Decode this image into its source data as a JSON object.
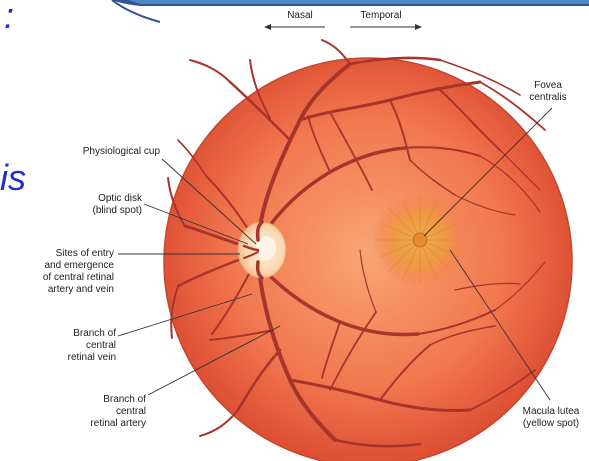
{
  "slide": {
    "top_left_fragment": ":",
    "left_fragment": "is"
  },
  "direction": {
    "nasal": "Nasal",
    "temporal": "Temporal"
  },
  "labels": {
    "physiological_cup": [
      "Physiological cup"
    ],
    "optic_disk": [
      "Optic disk",
      "(blind spot)"
    ],
    "entry_sites": [
      "Sites of entry",
      "and emergence",
      "of central retinal",
      "artery and vein"
    ],
    "branch_vein": [
      "Branch of",
      "central",
      "retinal vein"
    ],
    "branch_artery": [
      "Branch of",
      "central",
      "retinal artery"
    ],
    "fovea": [
      "Fovea",
      "centralis"
    ],
    "macula": [
      "Macula lutea",
      "(yellow spot)"
    ]
  },
  "colors": {
    "slide_text": "#1c2fd3",
    "banner_fill": "#4f86c6",
    "banner_edge": "#2f5597",
    "retina": "#f2774f",
    "optic_disk": "#fbd9b2",
    "macula": "#ee9a3c",
    "vessel": "#a8342b"
  }
}
